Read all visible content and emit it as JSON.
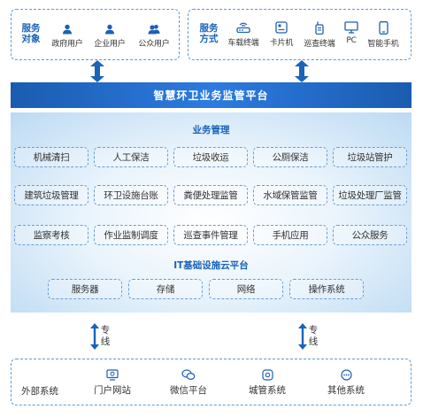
{
  "service_objects": {
    "title_line1": "服务",
    "title_line2": "对象",
    "items": [
      {
        "label": "政府用户",
        "icon": "user-icon"
      },
      {
        "label": "企业用户",
        "icon": "user-icon"
      },
      {
        "label": "公众用户",
        "icon": "users-icon"
      }
    ]
  },
  "service_methods": {
    "title_line1": "服务",
    "title_line2": "方式",
    "items": [
      {
        "label": "车载终端",
        "icon": "router-icon"
      },
      {
        "label": "卡片机",
        "icon": "camera-card-icon"
      },
      {
        "label": "巡查终端",
        "icon": "walkie-talkie-icon"
      },
      {
        "label": "PC",
        "icon": "monitor-icon"
      },
      {
        "label": "智能手机",
        "icon": "smartphone-icon"
      }
    ]
  },
  "platform_title": "智慧环卫业务监管平台",
  "business": {
    "title": "业务管理",
    "rows": [
      [
        "机械清扫",
        "人工保洁",
        "垃圾收运",
        "公厕保洁",
        "垃圾站管护"
      ],
      [
        "建筑垃圾管理",
        "环卫设施台账",
        "粪便处理监管",
        "水域保管监管",
        "垃圾处理厂监管"
      ],
      [
        "监察考核",
        "作业监制调度",
        "巡查事件管理",
        "手机应用",
        "公众服务"
      ]
    ]
  },
  "it_platform": {
    "title": "IT基础设施云平台",
    "items": [
      "服务器",
      "存储",
      "网络",
      "操作系统"
    ]
  },
  "dedicated_line": {
    "char1": "专",
    "char2": "线"
  },
  "external": {
    "title": "外部系统",
    "items": [
      {
        "label": "门户网站",
        "icon": "web-portal-icon"
      },
      {
        "label": "微信平台",
        "icon": "wechat-icon"
      },
      {
        "label": "城管系统",
        "icon": "city-system-icon"
      },
      {
        "label": "其他系统",
        "icon": "more-icon"
      }
    ]
  },
  "colors": {
    "accent": "#1a63b8",
    "bar": "#1f6bc8",
    "dash": "#5b9bd5"
  }
}
